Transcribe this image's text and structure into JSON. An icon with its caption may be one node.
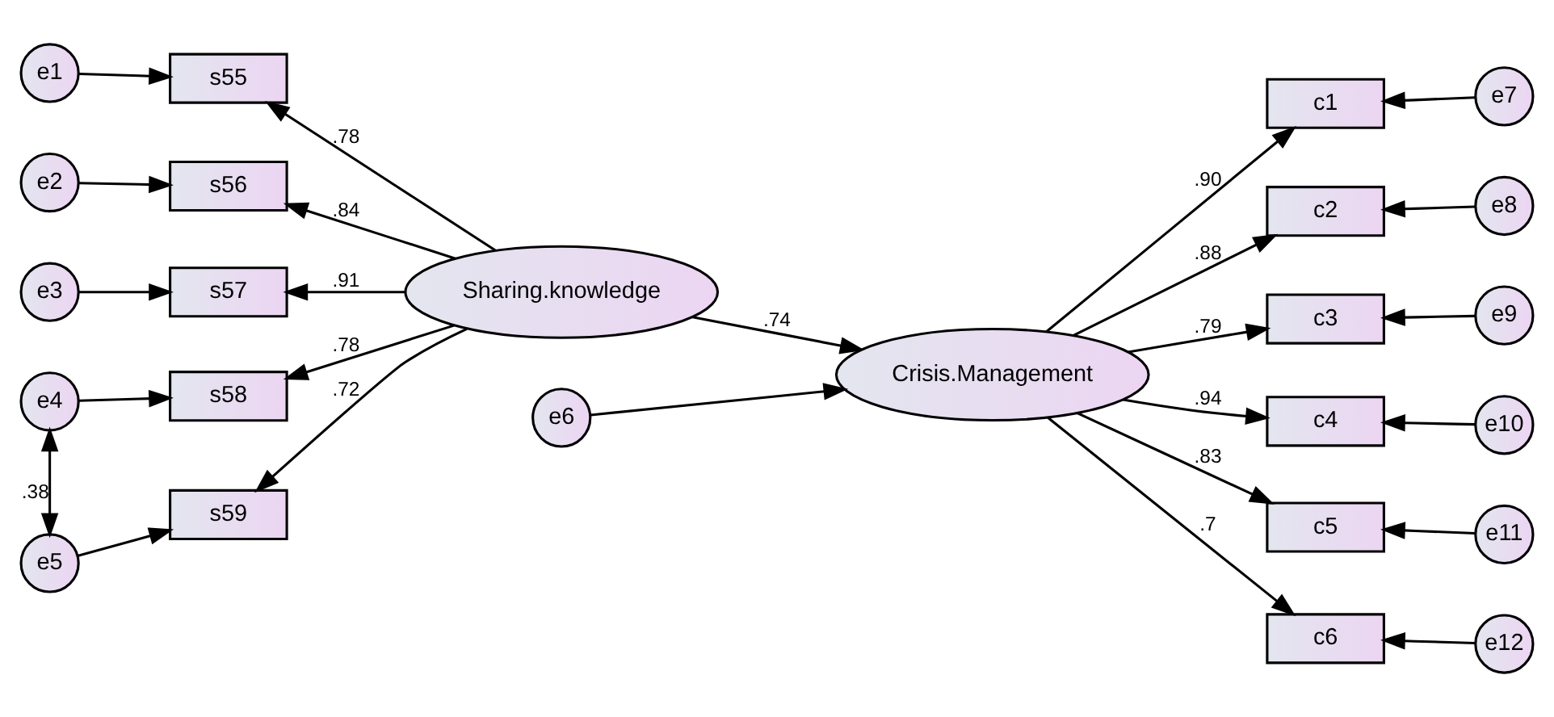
{
  "diagram": {
    "nodes": [
      {
        "text": [
          "e1"
        ]
      },
      {
        "text": [
          "s55"
        ]
      },
      {
        "text": [
          "e2"
        ]
      },
      {
        "text": [
          "s56"
        ]
      },
      {
        "text": [
          "e3"
        ]
      },
      {
        "text": [
          "s57"
        ]
      },
      {
        "text": [
          "e4"
        ]
      },
      {
        "text": [
          "s58"
        ]
      },
      {
        "text": [
          "e5"
        ]
      },
      {
        "text": [
          "s59"
        ]
      },
      {
        "text": [
          "Sharing.knowledge"
        ]
      },
      {
        "text": [
          "e6"
        ]
      },
      {
        "text": [
          "Crisis.Management"
        ]
      },
      {
        "text": [
          "c1"
        ]
      },
      {
        "text": [
          "e7"
        ]
      },
      {
        "text": [
          "c2"
        ]
      },
      {
        "text": [
          "e8"
        ]
      },
      {
        "text": [
          "c3"
        ]
      },
      {
        "text": [
          "e9"
        ]
      },
      {
        "text": [
          "c4"
        ]
      },
      {
        "text": [
          "e10"
        ]
      },
      {
        "text": [
          "c5"
        ]
      },
      {
        "text": [
          "e11"
        ]
      },
      {
        "text": [
          "c6"
        ]
      },
      {
        "text": [
          "e12"
        ]
      }
    ],
    "edges": [
      {
        "from": 0,
        "to": 1,
        "arrow": "to"
      },
      {
        "from": 2,
        "to": 3,
        "arrow": "to"
      },
      {
        "from": 4,
        "to": 5,
        "arrow": "to"
      },
      {
        "from": 6,
        "to": 7,
        "arrow": "to"
      },
      {
        "from": 8,
        "to": 9,
        "arrow": "to"
      },
      {
        "from": 6,
        "to": 8,
        "arrow": "both",
        "label": ".38"
      },
      {
        "from": 10,
        "to": 1,
        "arrow": "to",
        "label": ".78"
      },
      {
        "from": 10,
        "to": 3,
        "arrow": "to",
        "label": ".84"
      },
      {
        "from": 10,
        "to": 5,
        "arrow": "to",
        "label": ".91"
      },
      {
        "from": 10,
        "to": 7,
        "arrow": "to",
        "label": ".78"
      },
      {
        "from": 10,
        "to": 9,
        "arrow": "to",
        "label": ".72"
      },
      {
        "from": 10,
        "to": 12,
        "arrow": "to",
        "label": ".74"
      },
      {
        "from": 11,
        "to": 12,
        "arrow": "to"
      },
      {
        "from": 12,
        "to": 13,
        "arrow": "to",
        "label": ".90"
      },
      {
        "from": 12,
        "to": 15,
        "arrow": "to",
        "label": ".88"
      },
      {
        "from": 12,
        "to": 17,
        "arrow": "to",
        "label": ".79"
      },
      {
        "from": 12,
        "to": 19,
        "arrow": "to",
        "label": ".94"
      },
      {
        "from": 12,
        "to": 21,
        "arrow": "to",
        "label": ".83"
      },
      {
        "from": 12,
        "to": 23,
        "arrow": "to",
        "label": ".7"
      },
      {
        "from": 14,
        "to": 13,
        "arrow": "to"
      },
      {
        "from": 16,
        "to": 15,
        "arrow": "to"
      },
      {
        "from": 18,
        "to": 17,
        "arrow": "to"
      },
      {
        "from": 20,
        "to": 19,
        "arrow": "to"
      },
      {
        "from": 22,
        "to": 21,
        "arrow": "to"
      },
      {
        "from": 24,
        "to": 23,
        "arrow": "to"
      }
    ]
  }
}
